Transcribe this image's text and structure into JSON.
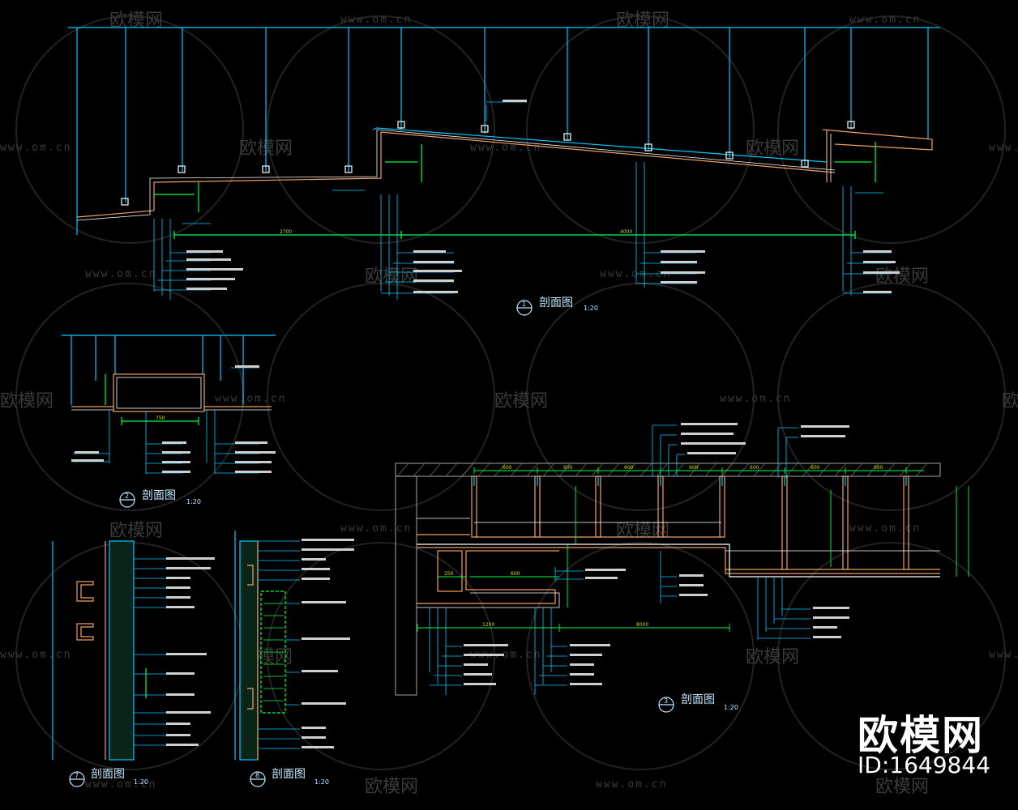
{
  "brand": {
    "name": "欧模网",
    "id_text": "ID:1649844"
  },
  "watermark": {
    "logo_text": "欧模网",
    "url": "www.om.cn"
  },
  "sections": [
    {
      "title": "剖面图",
      "number": "1",
      "scale": "1:20"
    },
    {
      "title": "剖面图",
      "number": "2",
      "scale": "1:20"
    },
    {
      "title": "剖面图",
      "number": "3",
      "scale": "1:20"
    },
    {
      "title": "剖面图",
      "number": "7",
      "scale": "1:20"
    },
    {
      "title": "剖面图",
      "number": "8",
      "scale": "1:20"
    }
  ],
  "dimensions": {
    "d1": "2700",
    "d2": "4000",
    "d3": "750",
    "d4": "1200",
    "d5": "8000",
    "d6": "600",
    "d7": "250"
  },
  "colors": {
    "background": "#000000",
    "cyan": "#00c8ff",
    "green": "#00ff40",
    "yellow": "#e0e000",
    "orange": "#f0a060",
    "white": "#ffffff"
  }
}
